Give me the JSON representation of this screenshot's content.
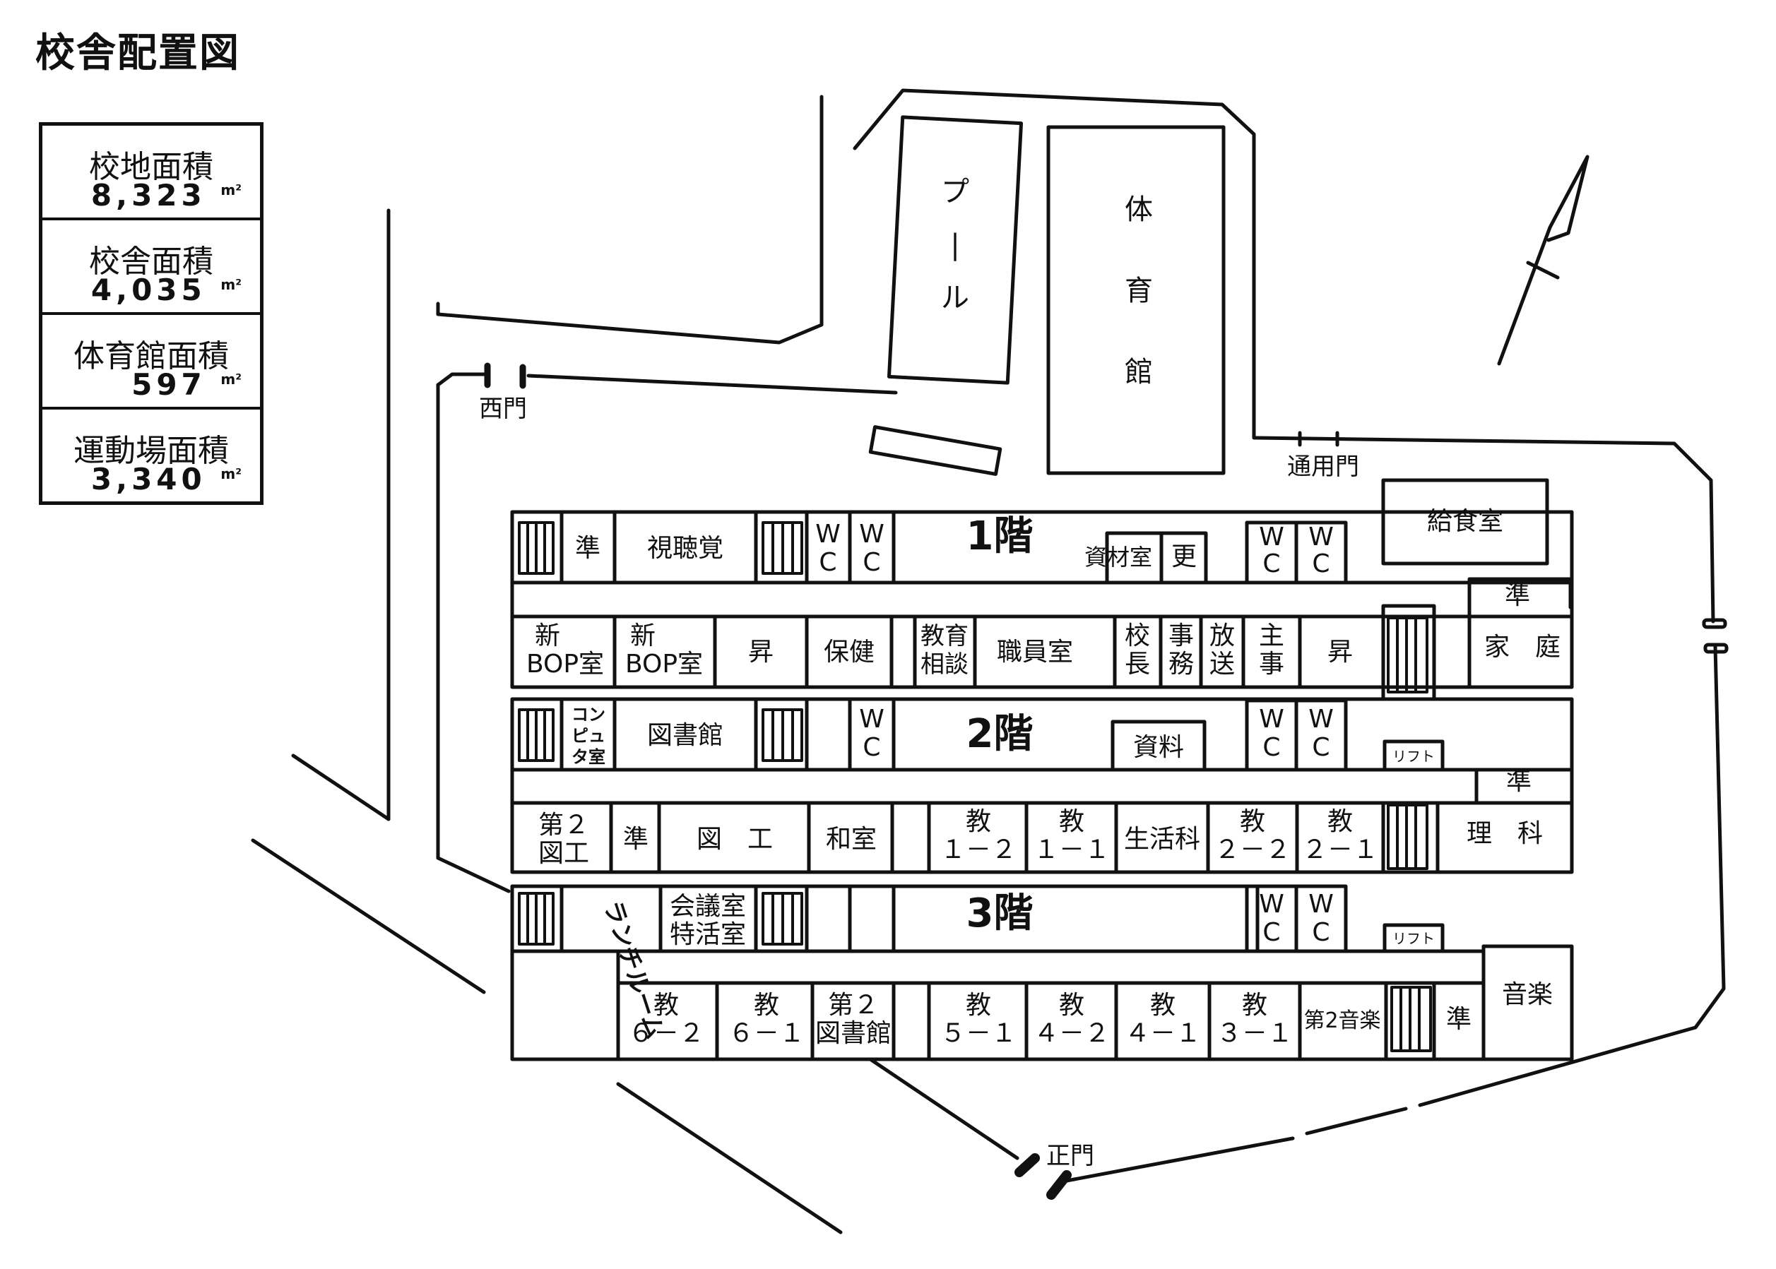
{
  "title": "校舎配置図",
  "stats": [
    {
      "label": "校地面積",
      "value": "8,323",
      "unit": "m²"
    },
    {
      "label": "校舎面積",
      "value": "4,035",
      "unit": "m²"
    },
    {
      "label": "体育館面積",
      "value": "597",
      "unit": "m²"
    },
    {
      "label": "運動場面積",
      "value": "3,340",
      "unit": "m²"
    }
  ],
  "gates": {
    "west": "西門",
    "service": "通用門",
    "main": "正門"
  },
  "outbuildings": {
    "pool": "プール",
    "gym": "体育館",
    "kitchen": "給食室"
  },
  "floors": {
    "f1": "1階",
    "f2": "2階",
    "f3": "3階"
  },
  "rooms": {
    "f1_prep": "準",
    "f1_av": "視聴覚",
    "wc": [
      "W",
      "C"
    ],
    "f1_materials": "資材室",
    "f1_changing": "更",
    "f1_bop1": [
      "新",
      "BOP室"
    ],
    "f1_bop2": [
      "新",
      "BOP室"
    ],
    "f1_stairs1": "昇",
    "f1_nurse": "保健",
    "f1_counsel": [
      "教育",
      "相談"
    ],
    "f1_staff": "職員室",
    "f1_principal": [
      "校",
      "長"
    ],
    "f1_office": [
      "事",
      "務"
    ],
    "f1_broadcast": [
      "放",
      "送"
    ],
    "f1_admin": [
      "主",
      "事"
    ],
    "f1_stairs2": "昇",
    "f1_prep2": "準",
    "f1_homeec": "家　庭",
    "f2_computer": [
      "コン",
      "ピュ",
      "タ室"
    ],
    "f2_library": "図書館",
    "f2_resource": "資料",
    "f2_lift": "リフト",
    "f2_prep2": "準",
    "f2_art2": [
      "第２",
      "図工"
    ],
    "f2_prep": "準",
    "f2_art": "図　工",
    "f2_japanese": "和室",
    "f2_c12": [
      "教",
      "１－２"
    ],
    "f2_c11": [
      "教",
      "１－１"
    ],
    "f2_life": "生活科",
    "f2_c22": [
      "教",
      "２－２"
    ],
    "f2_c21": [
      "教",
      "２－１"
    ],
    "f2_science": "理　科",
    "f3_lunch": "ランチルーム",
    "f3_meeting": [
      "会議室",
      "特活室"
    ],
    "f3_lift": "リフト",
    "f3_music": "音楽",
    "f3_c62": [
      "教",
      "６－２"
    ],
    "f3_c61": [
      "教",
      "６－１"
    ],
    "f3_library2": [
      "第２",
      "図書館"
    ],
    "f3_c51": [
      "教",
      "５－１"
    ],
    "f3_c42": [
      "教",
      "４－２"
    ],
    "f3_c41": [
      "教",
      "４－１"
    ],
    "f3_c31": [
      "教",
      "３－１"
    ],
    "f3_music2": "第2音楽",
    "f3_prep": "準"
  }
}
